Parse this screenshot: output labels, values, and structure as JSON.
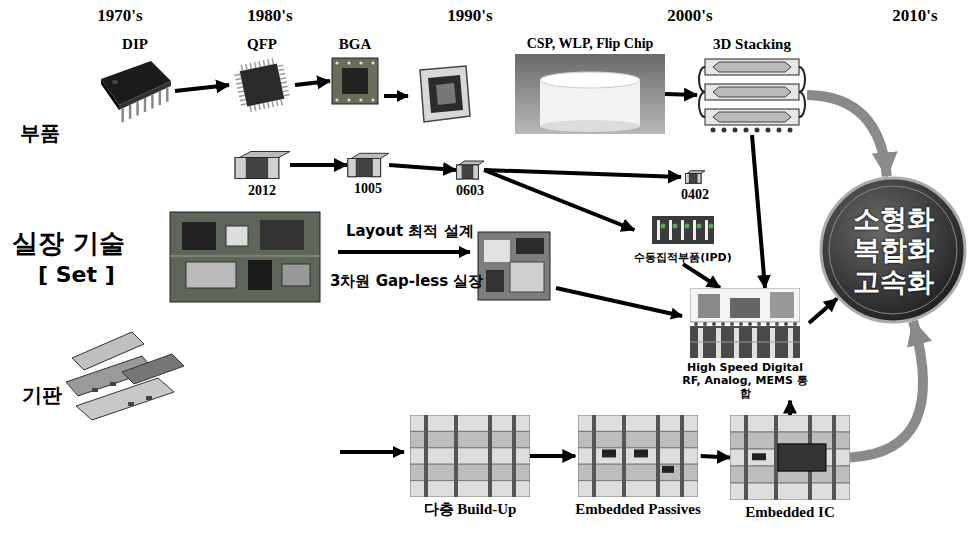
{
  "diagram": {
    "nodes": [
      {
        "text": [
          "DIP"
        ]
      },
      {
        "text": [
          "QFP"
        ]
      },
      {
        "text": [
          "BGA"
        ]
      },
      {
        "text": [
          "CSP, WLP, Flip Chip"
        ]
      },
      {
        "text": [
          "3D Stacking"
        ]
      },
      {
        "text": [
          "2012"
        ]
      },
      {
        "text": [
          "1005"
        ]
      },
      {
        "text": [
          "0603"
        ]
      },
      {
        "text": [
          "0402"
        ]
      },
      {
        "text": [
          "수동집적부품(IPD)"
        ]
      },
      {
        "text": [
          "High Speed Digital RF, Analog, MEMS 통합"
        ]
      },
      {
        "text": [
          "소형화 복합화 고속화"
        ]
      },
      {
        "text": [
          "다층 Build-Up"
        ]
      },
      {
        "text": [
          "Embedded Passives"
        ]
      },
      {
        "text": [
          "Embedded IC"
        ]
      }
    ],
    "edges": [
      {
        "from": 0,
        "to": 1,
        "arrow": "to"
      },
      {
        "from": 1,
        "to": 2,
        "arrow": "to"
      },
      {
        "from": 3,
        "to": 4,
        "arrow": "to"
      },
      {
        "from": 5,
        "to": 6,
        "arrow": "to"
      },
      {
        "from": 6,
        "to": 7,
        "arrow": "to"
      },
      {
        "from": 7,
        "to": 8,
        "arrow": "to"
      },
      {
        "from": 7,
        "to": 9,
        "arrow": "to"
      },
      {
        "from": 4,
        "to": 10,
        "arrow": "to"
      },
      {
        "from": 9,
        "to": 10,
        "arrow": "to"
      },
      {
        "from": 12,
        "to": 13,
        "arrow": "to"
      },
      {
        "from": 13,
        "to": 14,
        "arrow": "to"
      },
      {
        "from": 14,
        "to": 10,
        "arrow": "to"
      },
      {
        "from": 4,
        "to": 11,
        "arrow": "to"
      },
      {
        "from": 10,
        "to": 11,
        "arrow": "to"
      },
      {
        "from": 14,
        "to": 11,
        "arrow": "to"
      }
    ],
    "labels": [
      "1970's",
      "1980's",
      "1990's",
      "2000's",
      "2010's",
      "부품",
      "실장 기술",
      "[ Set ]",
      "Layout 최적 설계",
      "3차원 Gap-less 실장",
      "기판"
    ]
  }
}
